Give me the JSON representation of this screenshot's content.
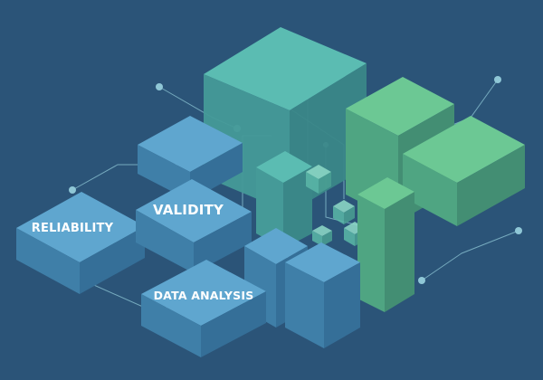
{
  "labels": {
    "reliability": "RELIABILITY",
    "validity": "VALIDITY",
    "data_analysis": "DATA ANALYSIS"
  },
  "colors": {
    "background": "#2b5478",
    "blue_top": "#5fa6cf",
    "blue_left": "#3f7fa8",
    "blue_right": "#356f98",
    "teal_top": "#5bbcb2",
    "teal_left": "#459a98",
    "teal_right": "#3a8788",
    "green_top": "#6cc894",
    "green_left": "#4fa582",
    "green_right": "#438e73",
    "line": "#8fc7d6",
    "node": "#8fc7d6"
  }
}
